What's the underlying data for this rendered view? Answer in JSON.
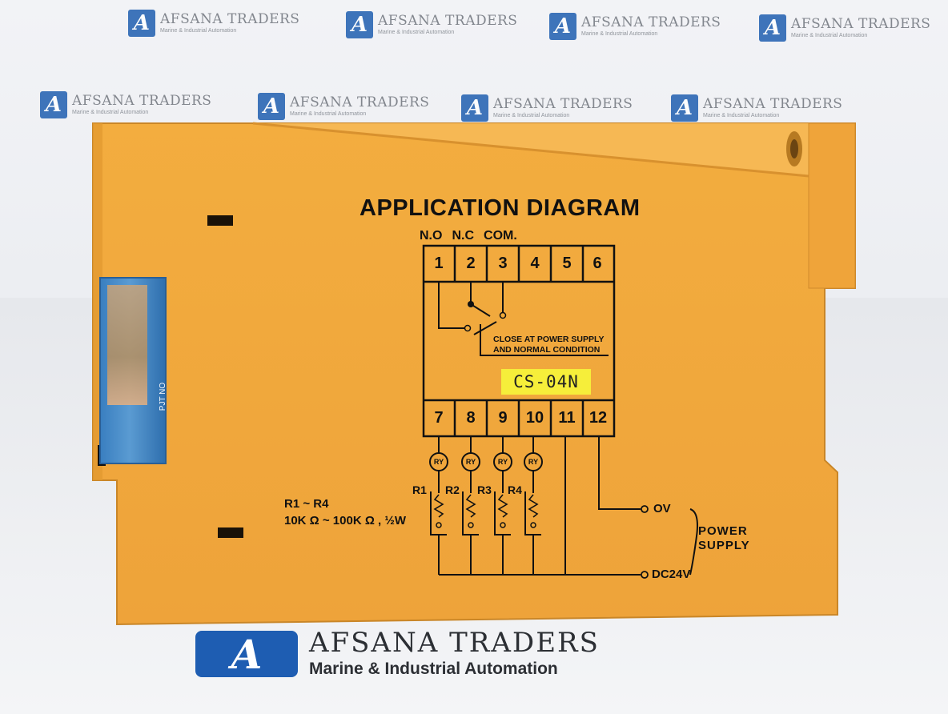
{
  "brand": {
    "name": "AFSANA TRADERS",
    "tagline": "Marine & Industrial Automation",
    "logo_letter": "A",
    "color": "#1e5db2"
  },
  "device": {
    "body_color": "#f0a93a",
    "title": "APPLICATION DIAGRAM",
    "top_labels": [
      "N.O",
      "N.C",
      "COM."
    ],
    "terminals_top": [
      "1",
      "2",
      "3",
      "4",
      "5",
      "6"
    ],
    "terminals_bottom": [
      "7",
      "8",
      "9",
      "10",
      "11",
      "12"
    ],
    "note_line1": "CLOSE AT POWER SUPPLY",
    "note_line2": "AND NORMAL CONDITION",
    "model": "CS-04N",
    "relay_label": "RY",
    "resistors": [
      "R1",
      "R2",
      "R3",
      "R4"
    ],
    "resistor_note_line1": "R1 ~ R4",
    "resistor_note_line2": "10K Ω ~ 100K Ω , ½W",
    "ov_label": "OV",
    "dc_label": "DC24V",
    "power_supply_line1": "POWER",
    "power_supply_line2": "SUPPLY",
    "sticker_label": "PJT NO"
  }
}
